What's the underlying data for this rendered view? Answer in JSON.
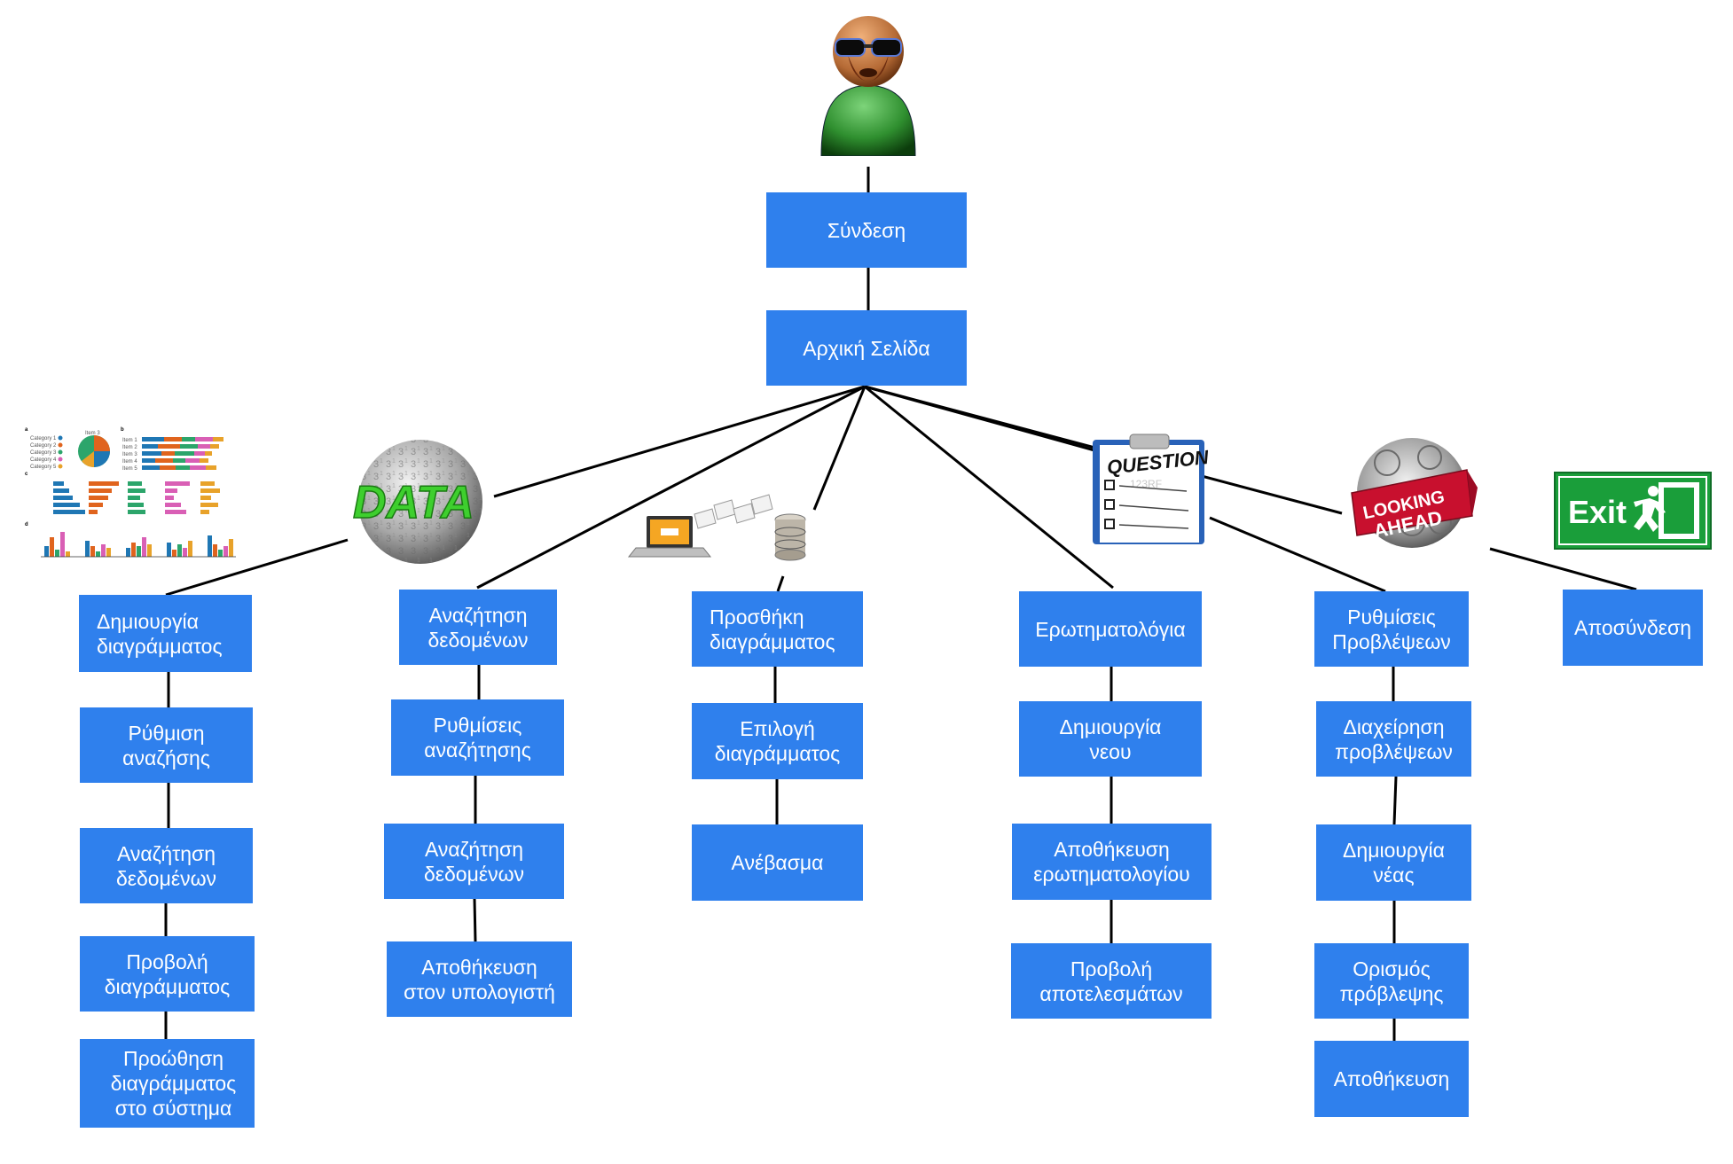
{
  "colors": {
    "node_fill": "#2f80ed",
    "node_text": "#ffffff",
    "edge": "#000000"
  },
  "nodes": {
    "login": "Σύνδεση",
    "home": "Αρχική Σελίδα",
    "c1": [
      "Δημιουργία\nδιαγράμματος",
      "Ρύθμιση\nαναζήσης",
      "Αναζήτηση\nδεδομένων",
      "Προβολή\nδιαγράμματος",
      "Προώθηση\nδιαγράμματος\nστο σύστημα"
    ],
    "c2": [
      "Αναζήτηση\nδεδομένων",
      "Ρυθμίσεις\nαναζήτησης",
      "Αναζήτηση\nδεδομένων",
      "Αποθήκευση\nστον υπολογιστή"
    ],
    "c3": [
      "Προσθήκη\nδιαγράμματος",
      "Επιλογή\nδιαγράμματος",
      "Ανέβασμα"
    ],
    "c4": [
      "Ερωτηματολόγια",
      "Δημιουργία\nνεου",
      "Αποθήκευση\nερωτηματολογίου",
      "Προβολή\nαποτελεσμάτων"
    ],
    "c5": [
      "Ρυθμίσεις\nΠροβλέψεων",
      "Διαχείρηση\nπροβλέψεων",
      "Δημιουργία\nνέας",
      "Ορισμός\nπρόβλεψης",
      "Αποθήκευση"
    ],
    "c6": [
      "Αποσύνδεση"
    ]
  },
  "icons": {
    "user": "user-avatar-icon",
    "charts": "charts-icon",
    "data": "data-sphere-icon",
    "upload": "upload-files-icon",
    "question": "questionnaire-clipboard-icon",
    "looking_ahead": "looking-ahead-clocks-icon",
    "exit": "exit-sign-icon"
  },
  "icon_text": {
    "data": "DATA",
    "question": "QUESTION",
    "question_watermark": "123RF",
    "looking_ahead_1": "LOOKING",
    "looking_ahead_2": "AHEAD",
    "exit": "Exit",
    "charts_legend": [
      "Category 1",
      "Category 2",
      "Category 3",
      "Category 4",
      "Category 5"
    ],
    "charts_items": [
      "Item 1",
      "Item 2",
      "Item 3",
      "Item 4",
      "Item 5"
    ],
    "charts_pie_title": "Item 3",
    "charts_panels": [
      "a",
      "b",
      "c",
      "d"
    ]
  }
}
